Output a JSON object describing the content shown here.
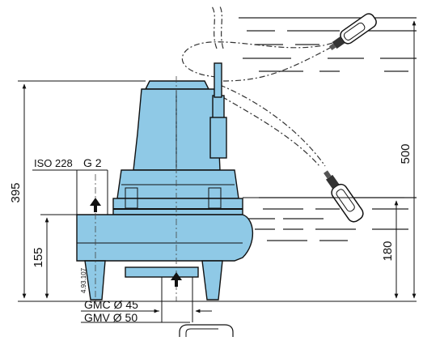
{
  "dimensions": {
    "overall_height": "395",
    "base_to_outlet": "155",
    "water_level_stop": "180",
    "water_level_start": "500"
  },
  "outlet": {
    "standard": "ISO 228",
    "thread": "G 2"
  },
  "bottom_labels": {
    "gmc": "GMC Ø 45",
    "gmv": "GMV Ø 50"
  },
  "drawing_code": "4.93.107",
  "colors": {
    "pump_body": "#8fc9e6",
    "water_lines": "#222222",
    "outline": "#111111"
  }
}
